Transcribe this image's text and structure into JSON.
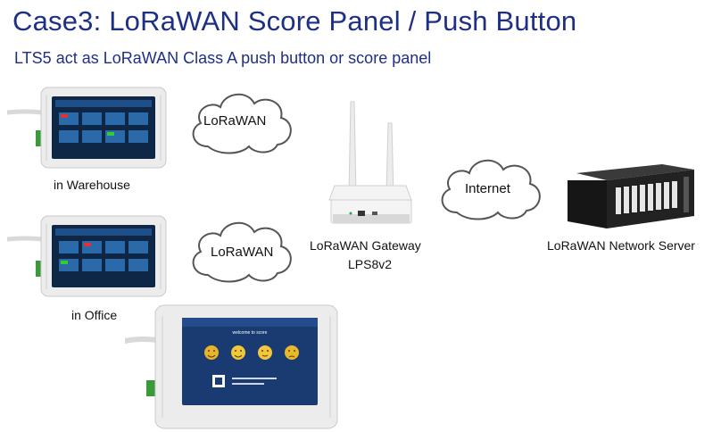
{
  "title": "Case3: LoRaWAN Score Panel / Push Button",
  "subtitle": "LTS5 act as LoRaWAN Class A push button or score panel",
  "clouds": [
    {
      "label": "LoRaWAN"
    },
    {
      "label": "LoRaWAN"
    },
    {
      "label": "Internet"
    }
  ],
  "devices": {
    "warehouse": {
      "caption": "in Warehouse"
    },
    "office": {
      "caption": "in Office"
    },
    "gateway": {
      "caption_line1": "LoRaWAN Gateway",
      "caption_line2": "LPS8v2"
    },
    "server": {
      "caption": "LoRaWAN Network Server"
    }
  },
  "score_panel": {
    "welcome_text": "welcome to score",
    "faces": [
      "#e8b52a",
      "#f0c93a",
      "#f2c73c",
      "#e9b92c"
    ]
  },
  "colors": {
    "title": "#1e2f86",
    "screen": "#1a3a72",
    "device_body": "#eeeeee"
  }
}
